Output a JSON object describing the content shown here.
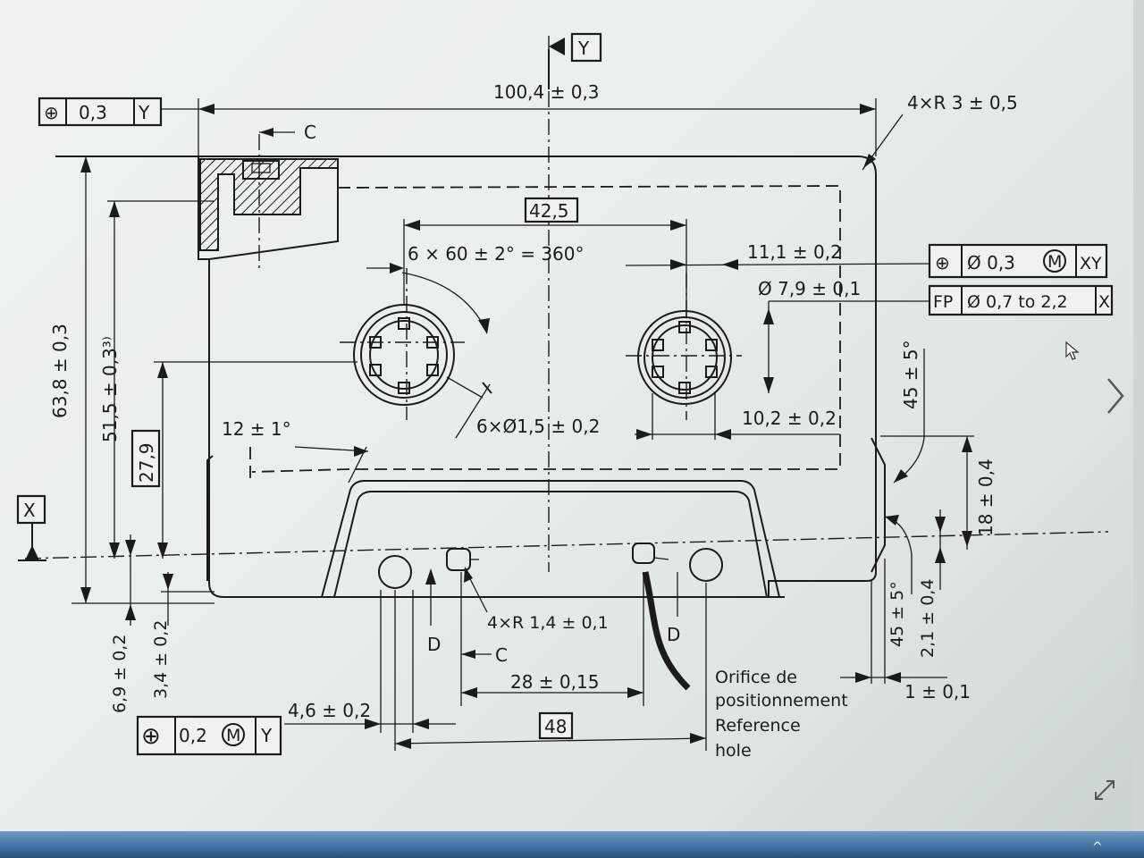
{
  "drawing": {
    "datum_y": "Y",
    "datum_x": "X",
    "datum_c": "C",
    "datum_d": "D",
    "overall_width": "100,4 ± 0,3",
    "corner_radius": "4×R 3 ± 0,5",
    "left_fcf": {
      "sym": "⊕",
      "tol": "0,3",
      "datum": "Y"
    },
    "basic_42": "42,5",
    "angle_spindle": "6 × 60 ± 2° = 360°",
    "dim_11": "11,1 ± 0,2",
    "fcf_pos": {
      "sym": "⊕",
      "tol": "Ø 0,3",
      "mod": "M",
      "datum": "XY"
    },
    "dia_79": "Ø 7,9 ± 0,1",
    "fcf_fp": {
      "sym": "FP",
      "tol": "Ø 0,7 to 2,2",
      "datum": "X"
    },
    "height_638": "63,8 ± 0,3",
    "height_515": "51,5 ± 0,3³⁾",
    "basic_279": "27,9",
    "angle_12": "12 ± 1°",
    "holes_6x": "6×Ø1,5 ± 0,2",
    "dim_102": "10,2 ± 0,2",
    "angle_45_top": "45 ± 5°",
    "dim_18": "18 ± 0,4",
    "radius_4x14": "4×R 1,4 ± 0,1",
    "dim_28": "28 ± 0,15",
    "basic_48": "48",
    "dim_69": "6,9 ± 0,2",
    "dim_34": "3,4 ± 0,2",
    "dim_46": "4,6 ± 0,2",
    "bottom_fcf": {
      "sym": "⊕",
      "tol": "0,2",
      "mod": "M",
      "datum": "Y"
    },
    "angle_45_bottom": "45 ± 5°",
    "dim_21": "2,1 ± 0,4",
    "dim_1": "1 ± 0,1",
    "note_fr_1": "Orifice de",
    "note_fr_2": "positionnement",
    "note_en_1": "Reference",
    "note_en_2": "hole"
  },
  "viewer": {
    "next_icon": "chevron-right-icon",
    "expand_icon": "expand-diagonal-icon",
    "tray_caret": "^"
  }
}
